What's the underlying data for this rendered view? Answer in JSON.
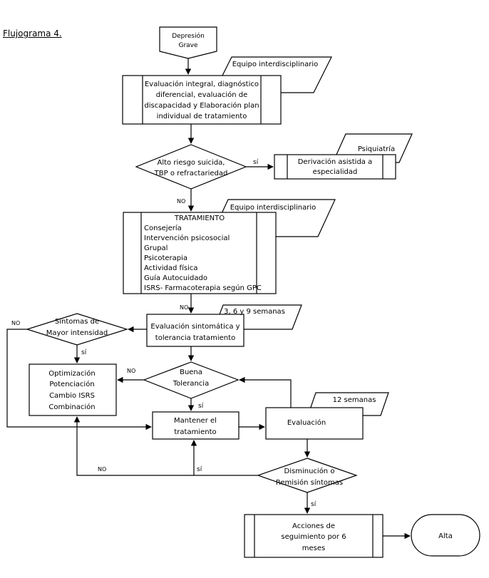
{
  "title": "Flujograma 4.",
  "nodes": {
    "start": [
      "Depresión",
      "Grave"
    ],
    "equipo1": "Equipo interdisciplinario",
    "eval_integral": [
      "Evaluación integral, diagnóstico",
      "diferencial, evaluación de",
      "discapacidad y Elaboración plan",
      "individual de tratamiento"
    ],
    "riesgo": [
      "Alto riesgo suicida,",
      "TBP o refractariedad"
    ],
    "psiquiatria": "Psiquiatría",
    "derivacion": [
      "Derivación asistida a",
      "especialidad"
    ],
    "equipo2": "Equipo interdisciplinario",
    "tratamiento_title": "TRATAMIENTO",
    "tratamiento_items": [
      "Consejería",
      "Intervención psicosocial",
      "Grupal",
      "Psicoterapia",
      "Actividad física",
      "Guía Autocuidado",
      "ISRS- Farmacoterapia según GPC"
    ],
    "semanas_369": "3, 6 y 9 semanas",
    "eval_sint": [
      "Evaluación sintomática y",
      "tolerancia tratamiento"
    ],
    "sintomas_mayor": [
      "Síntomas de",
      "Mayor intensidad"
    ],
    "optimizacion": [
      "Optimización",
      "Potenciación",
      "Cambio ISRS",
      "Combinación"
    ],
    "buena_tol": [
      "Buena",
      "Tolerancia"
    ],
    "mantener": [
      "Mantener el",
      "tratamiento"
    ],
    "semanas_12": "12 semanas",
    "evaluacion": "Evaluación",
    "disminucion": [
      "Disminución o",
      "Remisión síntomas"
    ],
    "acciones": [
      "Acciones de",
      "seguimiento por 6",
      "meses"
    ],
    "alta": "Alta"
  },
  "labels": {
    "si": "sí",
    "no": "NO",
    "no_lower": "NO"
  }
}
